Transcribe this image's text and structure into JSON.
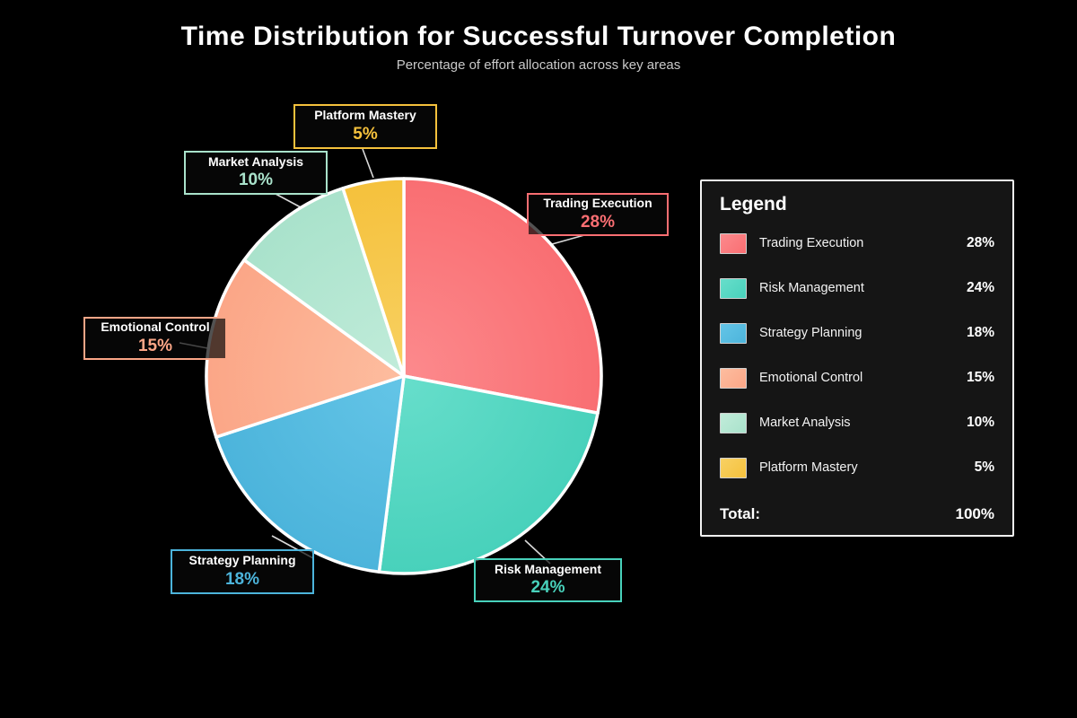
{
  "title": "Time Distribution for Successful Turnover Completion",
  "subtitle": "Percentage of effort allocation across key areas",
  "legend": {
    "title": "Legend",
    "total_label": "Total:",
    "total_value": "100%"
  },
  "chart_data": {
    "type": "pie",
    "title": "Time Distribution for Successful Turnover Completion",
    "subtitle": "Percentage of effort allocation across key areas",
    "start_angle_deg": 0,
    "direction": "clockwise",
    "legend_position": "right",
    "total": 100,
    "background_color": "#000000",
    "slices": [
      {
        "label": "Trading Execution",
        "value": 28,
        "pct_label": "28%",
        "color": "#f96e72",
        "color_light": "#fc8a8d"
      },
      {
        "label": "Risk Management",
        "value": 24,
        "pct_label": "24%",
        "color": "#48d1bb",
        "color_light": "#67decb"
      },
      {
        "label": "Strategy Planning",
        "value": 18,
        "pct_label": "18%",
        "color": "#4cb4db",
        "color_light": "#64c5e7"
      },
      {
        "label": "Emotional Control",
        "value": 15,
        "pct_label": "15%",
        "color": "#fba687",
        "color_light": "#fdbd9f"
      },
      {
        "label": "Market Analysis",
        "value": 10,
        "pct_label": "10%",
        "color": "#a9e2cb",
        "color_light": "#c1ecda"
      },
      {
        "label": "Platform Mastery",
        "value": 5,
        "pct_label": "5%",
        "color": "#f5c13c",
        "color_light": "#f8d163"
      }
    ]
  }
}
